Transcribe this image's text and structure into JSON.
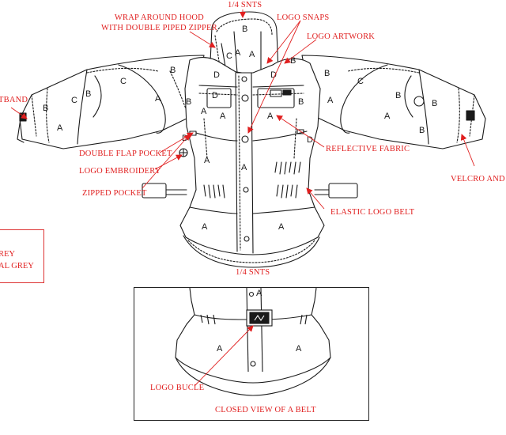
{
  "callouts": {
    "top_snts": "1/4 SNTS",
    "hood_line1": "WRAP AROUND HOOD",
    "hood_line2": "WITH DOUBLE PIPED ZIPPER",
    "logo_snaps": "LOGO SNAPS",
    "logo_artwork": "LOGO ARTWORK",
    "wristband": "TBAND",
    "double_flap_pocket": "DOUBLE FLAP POCKET",
    "logo_embroidery": "LOGO EMBROIDERY",
    "zipped_pocket": "ZIPPED POCKET",
    "reflective_fabric": "REFLECTIVE FABRIC",
    "elastic_logo_belt": "ELASTIC LOGO BELT",
    "velcro": "VELCRO AND W",
    "bottom_snts": "1/4 SNTS",
    "logo_bucle": "LOGO BUCLE",
    "closed_view": "CLOSED VIEW OF A BELT"
  },
  "colorways": [
    "REY",
    "AL GREY"
  ],
  "panel_letters": {
    "a": "A",
    "b": "B",
    "c": "C",
    "d": "D"
  },
  "colors": {
    "line": "#1a1a1a",
    "callout": "#e01f1f",
    "stitch": "#555555",
    "background": "#ffffff"
  }
}
